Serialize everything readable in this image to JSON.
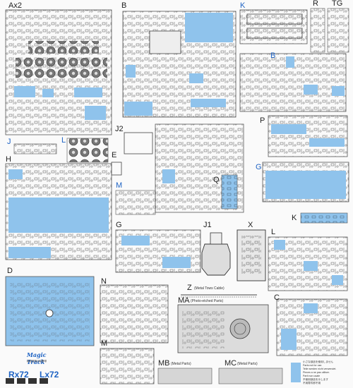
{
  "labels": {
    "Ax2": "Ax2",
    "B": "B",
    "K_top": "K",
    "R": "R",
    "TG": "TG",
    "B_right": "B",
    "J2": "J2",
    "J": "J",
    "L_left": "L",
    "E": "E",
    "H": "H",
    "M_blue": "M",
    "P": "P",
    "G_right": "G",
    "Q": "Q",
    "K_right": "K",
    "G_mid": "G",
    "J1": "J1",
    "X": "X",
    "L_right": "L",
    "D": "D",
    "N": "N",
    "Z": "Z",
    "Z_note": "(Metal Tows Cable)",
    "MA": "MA",
    "MA_note": "(Photo-etched Parts)",
    "C": "C",
    "M_bottom": "M",
    "MB": "MB",
    "MB_note": "(Metal Parts)",
    "MC": "MC",
    "MC_note": "(Metal Parts)"
  },
  "legend": {
    "lines": [
      "小さな部品を使用しません",
      "Parts not for use.",
      "Teile werden nicht verwendet.",
      "Pieces a ne pas utiliser.",
      "Parti non usate",
      "不使用部品を示します",
      "不用零件即不用"
    ],
    "color": "#8fc3ec"
  },
  "logo": {
    "brand": "Magic Track",
    "sub": "超轻型驱动轮履带"
  },
  "tracks": {
    "right": "Rx72",
    "left": "Lx72"
  },
  "colors": {
    "highlight": "#8fc3ec",
    "accent": "#1e63c4",
    "line": "#555555"
  }
}
